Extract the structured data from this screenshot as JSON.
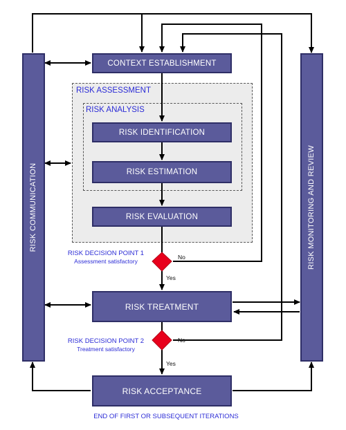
{
  "colors": {
    "box_fill": "#5b5b9b",
    "box_border": "#2e2e66",
    "label_blue": "#2b2bd6",
    "diamond_red": "#e8001c",
    "assessment_bg": "#ececec"
  },
  "side_bars": {
    "left": "RISK COMMUNICATION",
    "right": "RISK MONITORING AND REVIEW"
  },
  "boxes": {
    "context": "CONTEXT ESTABLISHMENT",
    "identification": "RISK IDENTIFICATION",
    "estimation": "RISK ESTIMATION",
    "evaluation": "RISK EVALUATION",
    "treatment": "RISK TREATMENT",
    "acceptance": "RISK ACCEPTANCE"
  },
  "groups": {
    "assessment": "RISK ASSESSMENT",
    "analysis": "RISK ANALYSIS"
  },
  "decisions": {
    "dp1": {
      "title": "RISK DECISION POINT 1",
      "subtitle": "Assessment satisfactory",
      "yes": "Yes",
      "no": "No"
    },
    "dp2": {
      "title": "RISK DECISION POINT 2",
      "subtitle": "Treatment satisfactory",
      "yes": "Yes",
      "no": "No"
    }
  },
  "footer": "END OF FIRST OR SUBSEQUENT ITERATIONS"
}
